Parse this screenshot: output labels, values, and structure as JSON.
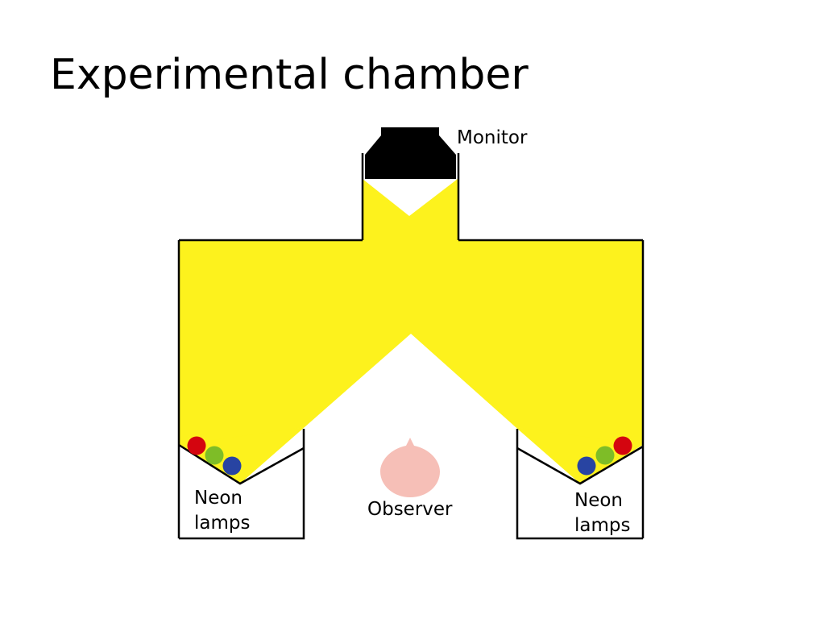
{
  "title": "Experimental chamber",
  "labels": {
    "monitor": "Monitor",
    "observer": "Observer",
    "left_lamps": [
      "Neon",
      "lamps"
    ],
    "right_lamps": [
      "Neon",
      "lamps"
    ]
  },
  "colors": {
    "light": "#fdf21d",
    "walls": "#000000",
    "monitor": "#000000",
    "observer": "#f6bfb7",
    "lamp_red": "#d4050f",
    "lamp_green": "#7ebd27",
    "lamp_blue": "#2844a2",
    "background": "#ffffff"
  },
  "icons": {
    "monitor": "monitor-icon",
    "observer": "observer-icon",
    "lamps": "neon-lamp-icon"
  }
}
